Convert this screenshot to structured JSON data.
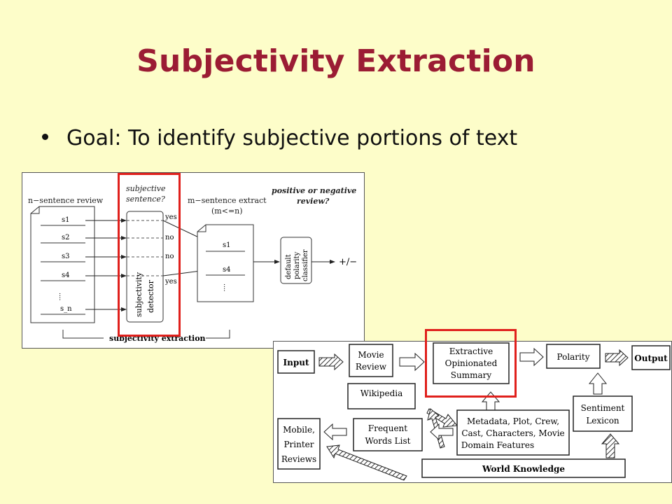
{
  "slide": {
    "title": "Subjectivity Extraction",
    "bullet": "Goal: To identify subjective portions of text"
  },
  "figure1": {
    "label_review": "n−sentence review",
    "label_subj_1": "subjective",
    "label_subj_2": "sentence?",
    "label_extract_1": "m−sentence extract",
    "label_extract_2": "(m<=n)",
    "label_polar_1": "positive or negative",
    "label_polar_2": "review?",
    "sentences": [
      "s1",
      "s2",
      "s3",
      "s4",
      "....",
      "s_n"
    ],
    "answers": [
      "yes",
      "no",
      "no",
      "yes"
    ],
    "detector_1": "subjectivity",
    "detector_2": "detector",
    "extract_items": [
      "s1",
      "s4",
      "...."
    ],
    "classifier_1": "default",
    "classifier_2": "polarity",
    "classifier_3": "classifier",
    "output": "+/−",
    "footer": "subjectivity extraction"
  },
  "figure2": {
    "input": "Input",
    "movie_review_1": "Movie",
    "movie_review_2": "Review",
    "summary_1": "Extractive",
    "summary_2": "Opinionated",
    "summary_3": "Summary",
    "polarity": "Polarity",
    "output": "Output",
    "wikipedia": "Wikipedia",
    "lexicon_1": "Sentiment",
    "lexicon_2": "Lexicon",
    "mobile_1": "Mobile,",
    "mobile_2": "Printer",
    "mobile_3": "Reviews",
    "frequent_1": "Frequent",
    "frequent_2": "Words List",
    "metadata_1": "Metadata, Plot, Crew,",
    "metadata_2": "Cast, Characters, Movie",
    "metadata_3": "Domain Features",
    "world": "World Knowledge"
  },
  "colors": {
    "background": "#fdfdc9",
    "title": "#9b1c34",
    "highlight": "#e0201c"
  }
}
